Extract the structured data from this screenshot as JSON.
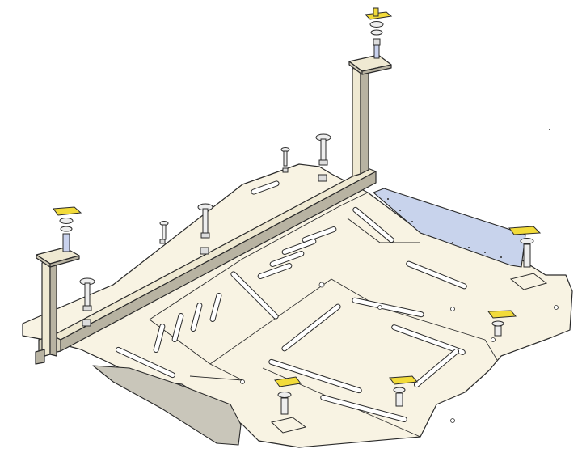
{
  "colors": {
    "background": "#ffffff",
    "plate_fill": "#f8f3e3",
    "outline": "#2a2a2a",
    "beam_fill": "#efe9d2",
    "beam_shadow": "#b8b3a2",
    "blue_panel": "#c8d3ec",
    "flap_fill": "#c9c6ba",
    "yellow_clip": "#f2db3a",
    "bolt_fill": "#eeeeee",
    "stud_fill": "#c9d2ee"
  },
  "icons": [
    "crossmember-beam",
    "skid-plate",
    "mounting-bolt",
    "yellow-clip",
    "side-flap",
    "blue-panel"
  ]
}
